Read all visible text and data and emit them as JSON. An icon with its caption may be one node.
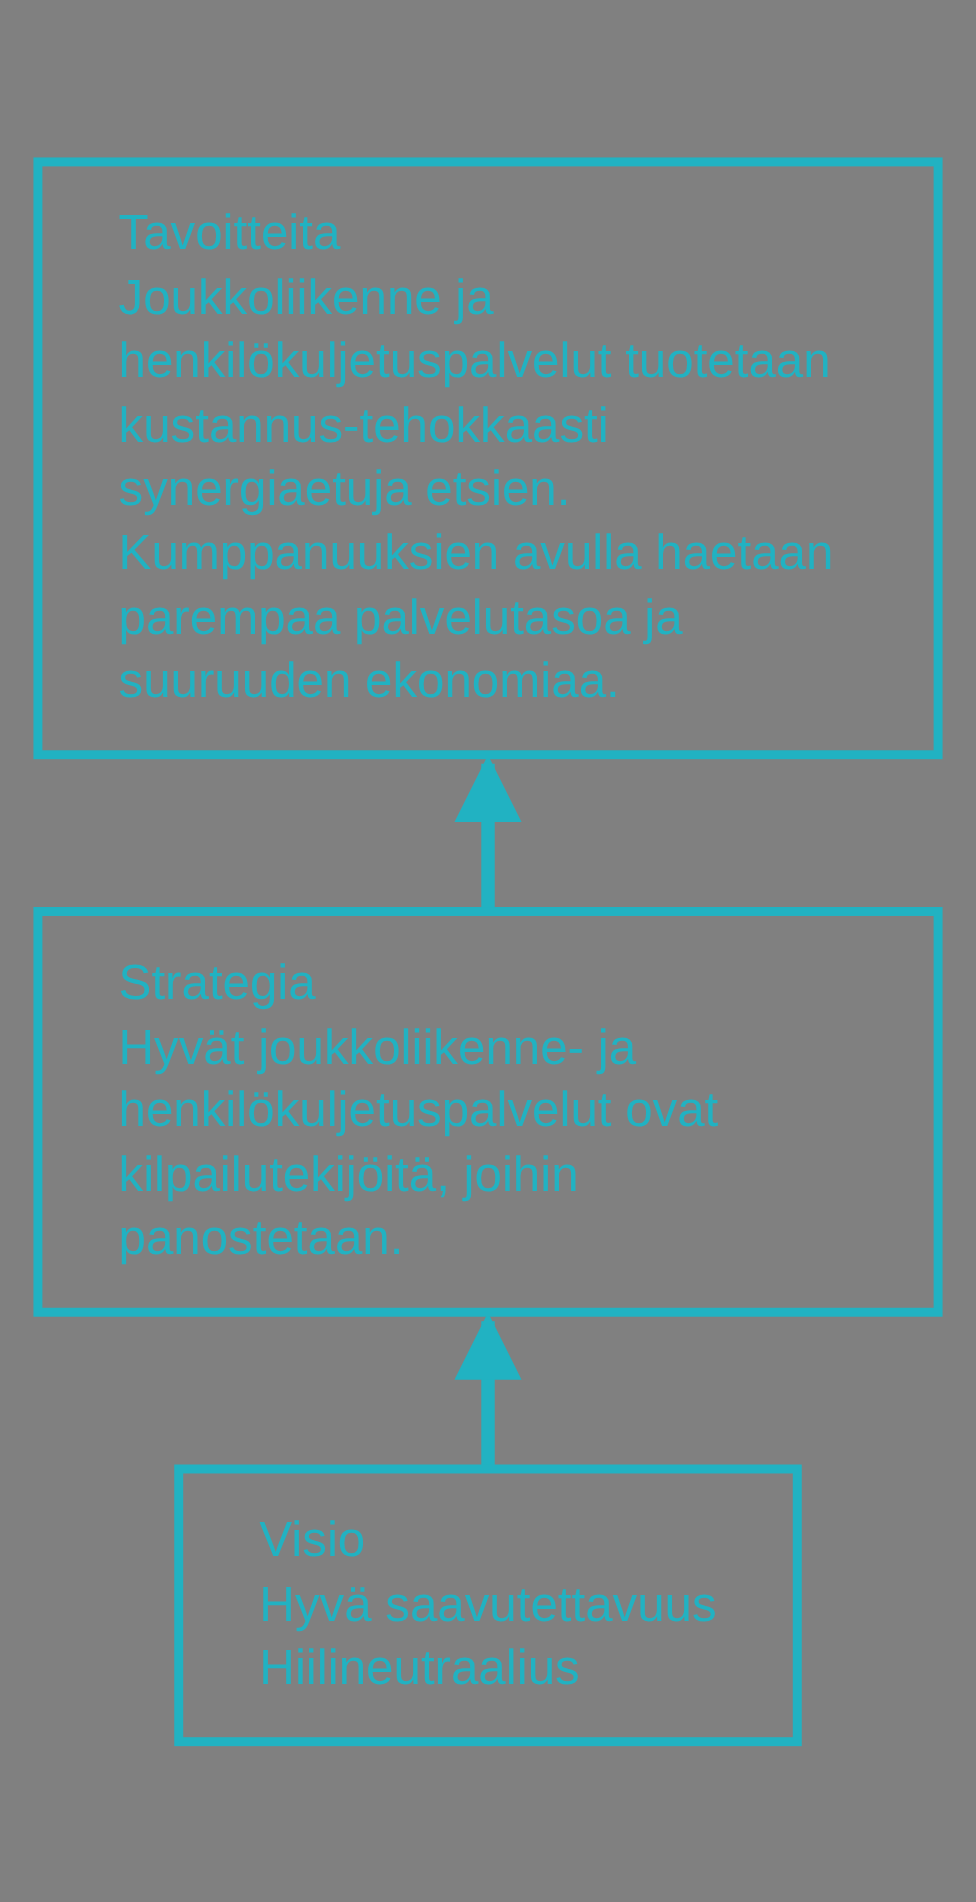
{
  "diagram": {
    "nodes": [
      {
        "text": [
          "Tavoitteita",
          "Joukkoliikenne ja henkilökuljetuspalvelut tuotetaan kustannus-tehokkaasti synergiaetuja etsien.",
          "Kumppanuuksien avulla haetaan parempaa palvelutasoa ja suuruuden ekonomiaa."
        ]
      },
      {
        "text": [
          "Visio",
          "Hyvä saavutettavuus",
          "Hiilineutraalius"
        ]
      },
      {
        "text": [
          "Strategia",
          "Hyvät joukkoliikenne- ja henkilökuljetuspalvelut ovat kilpailutekijöitä, joihin panostetaan."
        ]
      }
    ],
    "edges": [
      {
        "from": 1,
        "to": 2,
        "arrow": "to"
      },
      {
        "from": 2,
        "to": 0,
        "arrow": "to"
      }
    ]
  }
}
